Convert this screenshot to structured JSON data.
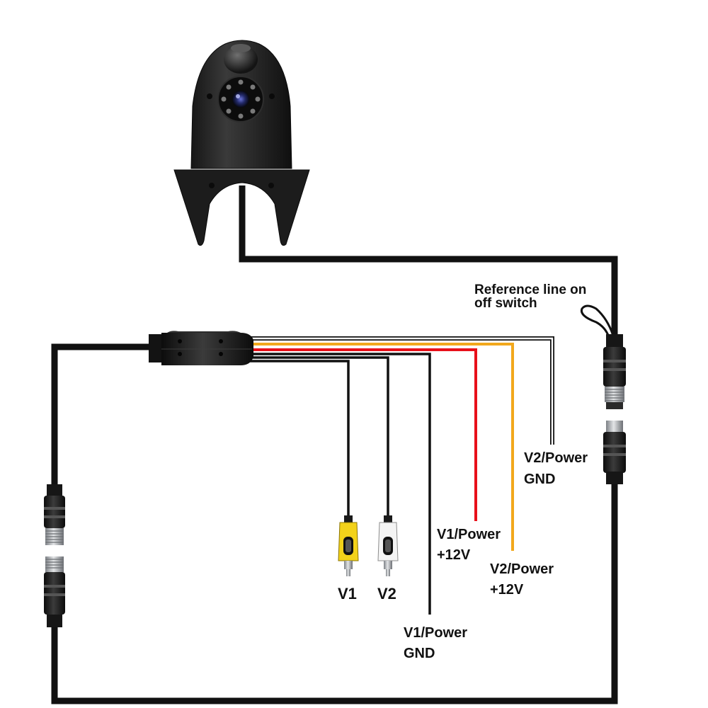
{
  "labels": {
    "reference_line_1": "Reference line on",
    "reference_line_2": "off switch",
    "v2_power_gnd_1": "V2/Power",
    "v2_power_gnd_2": "GND",
    "v1_power_12v_1": "V1/Power",
    "v1_power_12v_2": "+12V",
    "v2_power_12v_1": "V2/Power",
    "v2_power_12v_2": "+12V",
    "v1_power_gnd_1": "V1/Power",
    "v1_power_gnd_2": "GND",
    "rca_v1": "V1",
    "rca_v2": "V2"
  },
  "colors": {
    "cable": "#111111",
    "wire_red": "#e8101a",
    "wire_orange": "#f2a81c",
    "wire_white": "#ffffff",
    "rca_yellow": "#f3d21a",
    "rca_white": "#f4f4f4",
    "metal": "#b9bcc0"
  },
  "icons": {
    "camera": "rear-view-camera-icon",
    "inline_connectors": "aviation-4-pin-connector-icon",
    "rca_plugs": "rca-plug-icon",
    "breakout_box": "cable-splitter-icon"
  }
}
